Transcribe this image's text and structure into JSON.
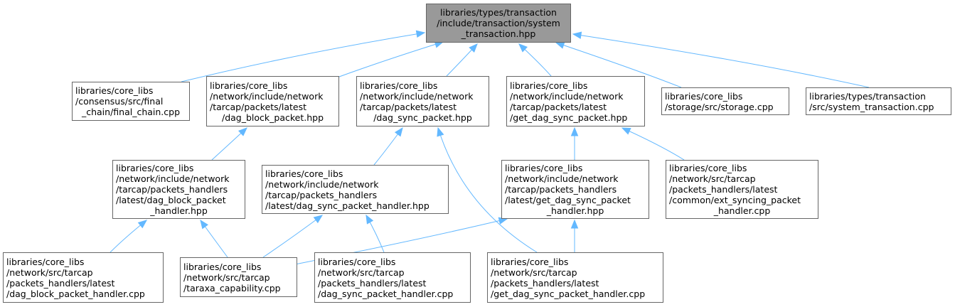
{
  "colors": {
    "edge": "#63b8ff",
    "root_fill": "#999999",
    "node_border": "#666666"
  },
  "nodes": {
    "root": [
      "libraries/types/transaction",
      "/include/transaction/system",
      "_transaction.hpp"
    ],
    "final_chain": [
      "libraries/core_libs",
      "/consensus/src/final",
      "_chain/final_chain.cpp"
    ],
    "dag_block_packet": [
      "libraries/core_libs",
      "/network/include/network",
      "/tarcap/packets/latest",
      "/dag_block_packet.hpp"
    ],
    "dag_sync_packet": [
      "libraries/core_libs",
      "/network/include/network",
      "/tarcap/packets/latest",
      "/dag_sync_packet.hpp"
    ],
    "get_dag_sync_packet": [
      "libraries/core_libs",
      "/network/include/network",
      "/tarcap/packets/latest",
      "/get_dag_sync_packet.hpp"
    ],
    "storage": [
      "libraries/core_libs",
      "/storage/src/storage.cpp"
    ],
    "system_transaction_cpp": [
      "libraries/types/transaction",
      "/src/system_transaction.cpp"
    ],
    "dag_block_handler_hpp": [
      "libraries/core_libs",
      "/network/include/network",
      "/tarcap/packets_handlers",
      "/latest/dag_block_packet",
      "_handler.hpp"
    ],
    "dag_sync_handler_hpp": [
      "libraries/core_libs",
      "/network/include/network",
      "/tarcap/packets_handlers",
      "/latest/dag_sync_packet_handler.hpp"
    ],
    "get_dag_sync_handler_hpp": [
      "libraries/core_libs",
      "/network/include/network",
      "/tarcap/packets_handlers",
      "/latest/get_dag_sync_packet",
      "_handler.hpp"
    ],
    "ext_syncing_handler": [
      "libraries/core_libs",
      "/network/src/tarcap",
      "/packets_handlers/latest",
      "/common/ext_syncing_packet",
      "_handler.cpp"
    ],
    "dag_block_handler_cpp": [
      "libraries/core_libs",
      "/network/src/tarcap",
      "/packets_handlers/latest",
      "/dag_block_packet_handler.cpp"
    ],
    "taraxa_capability": [
      "libraries/core_libs",
      "/network/src/tarcap",
      "/taraxa_capability.cpp"
    ],
    "dag_sync_handler_cpp": [
      "libraries/core_libs",
      "/network/src/tarcap",
      "/packets_handlers/latest",
      "/dag_sync_packet_handler.cpp"
    ],
    "get_dag_sync_handler_cpp": [
      "libraries/core_libs",
      "/network/src/tarcap",
      "/packets_handlers/latest",
      "/get_dag_sync_packet_handler.cpp"
    ]
  }
}
